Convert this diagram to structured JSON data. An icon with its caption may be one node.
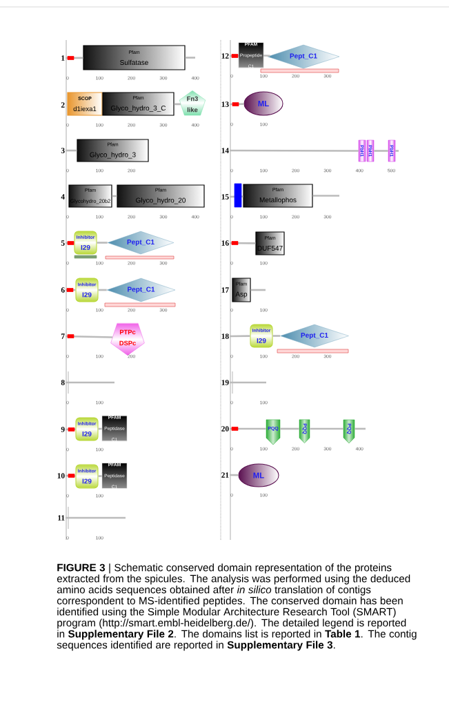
{
  "diagram": {
    "caption": "**FIGURE 3** | Schematic conserved domain representation of the proteins extracted from the spicules. The analysis was performed using the deduced amino acids sequences obtained after *in silico* translation of contigs correspondent to MS-identified peptides. The conserved domain has been identified using the Simple Modular Architecture Research Tool (SMART) program (http://smart.embl-heidelberg.de/). The detailed legend is reported in **Supplementary File 2**. The domains list is reported in **Table 1**. The contig sequences identified are reported in **Supplementary File 3**.",
    "nodes": [
      {
        "text": [
          "1"
        ]
      },
      {
        "text": [
          "Pfam",
          "Sulfatase"
        ]
      },
      {
        "text": [
          "2"
        ]
      },
      {
        "text": [
          "SCOP",
          "d1iexa1"
        ]
      },
      {
        "text": [
          "Pfam",
          "Glyco_hydro_3_C"
        ]
      },
      {
        "text": [
          "Fn3 like"
        ]
      },
      {
        "text": [
          "3"
        ]
      },
      {
        "text": [
          "Pfam",
          "Glyco_hydro_3"
        ]
      },
      {
        "text": [
          "4"
        ]
      },
      {
        "text": [
          "Pfam",
          "Glycohydro_20b2"
        ]
      },
      {
        "text": [
          "Pfam",
          "Glyco_hydro_20"
        ]
      },
      {
        "text": [
          "5"
        ]
      },
      {
        "text": [
          "Inhibitor",
          "I29"
        ]
      },
      {
        "text": [
          "Pept_C1"
        ]
      },
      {
        "text": [
          "6"
        ]
      },
      {
        "text": [
          "Inhibitor",
          "I29"
        ]
      },
      {
        "text": [
          "Pept_C1"
        ]
      },
      {
        "text": [
          "7"
        ]
      },
      {
        "text": [
          "PTPc DSPc"
        ]
      },
      {
        "text": [
          "8"
        ]
      },
      {
        "text": [
          "9"
        ]
      },
      {
        "text": [
          "Inhibitor",
          "I29"
        ]
      },
      {
        "text": [
          "PFAM",
          "Peptidase C1"
        ]
      },
      {
        "text": [
          "10"
        ]
      },
      {
        "text": [
          "Inhibitor",
          "I29"
        ]
      },
      {
        "text": [
          "PFAM",
          "Peptidase C1"
        ]
      },
      {
        "text": [
          "11"
        ]
      },
      {
        "text": [
          "12"
        ]
      },
      {
        "text": [
          "PFAM",
          "Propeptide C1"
        ]
      },
      {
        "text": [
          "Pept_C1"
        ]
      },
      {
        "text": [
          "13"
        ]
      },
      {
        "text": [
          "ML"
        ]
      },
      {
        "text": [
          "14"
        ]
      },
      {
        "text": [
          "PbH1"
        ]
      },
      {
        "text": [
          "PbH1"
        ]
      },
      {
        "text": [
          "PbH1"
        ]
      },
      {
        "text": [
          "15"
        ]
      },
      {
        "text": [
          "Pfam",
          "Metallophos"
        ]
      },
      {
        "text": [
          "16"
        ]
      },
      {
        "text": [
          "Pfam",
          "DUF547"
        ]
      },
      {
        "text": [
          "17"
        ]
      },
      {
        "text": [
          "Pfam",
          "Asp"
        ]
      },
      {
        "text": [
          "18"
        ]
      },
      {
        "text": [
          "Inhibitor",
          "I29"
        ]
      },
      {
        "text": [
          "Pept_C1"
        ]
      },
      {
        "text": [
          "19"
        ]
      },
      {
        "text": [
          "20"
        ]
      },
      {
        "text": [
          "PQQ"
        ]
      },
      {
        "text": [
          "PQQ"
        ]
      },
      {
        "text": [
          "PQQ"
        ]
      },
      {
        "text": [
          "21"
        ]
      },
      {
        "text": [
          "ML"
        ]
      }
    ],
    "edges": [
      {
        "from": 0,
        "to": 1,
        "arrow": "none"
      },
      {
        "from": 1,
        "to": null,
        "arrow": "none"
      },
      {
        "from": 4,
        "to": 5,
        "arrow": "none"
      },
      {
        "from": 6,
        "to": 7,
        "arrow": "none"
      },
      {
        "from": 9,
        "to": 10,
        "arrow": "none"
      },
      {
        "from": 11,
        "to": 12,
        "arrow": "none"
      },
      {
        "from": 12,
        "to": 13,
        "arrow": "none"
      },
      {
        "from": 14,
        "to": 15,
        "arrow": "none"
      },
      {
        "from": 15,
        "to": 16,
        "arrow": "none"
      },
      {
        "from": 17,
        "to": 18,
        "arrow": "none"
      },
      {
        "from": 19,
        "to": null,
        "arrow": "none"
      },
      {
        "from": 20,
        "to": 21,
        "arrow": "none"
      },
      {
        "from": 21,
        "to": 22,
        "arrow": "none"
      },
      {
        "from": 23,
        "to": 24,
        "arrow": "none"
      },
      {
        "from": 24,
        "to": 25,
        "arrow": "none"
      },
      {
        "from": 26,
        "to": null,
        "arrow": "none"
      },
      {
        "from": 27,
        "to": 28,
        "arrow": "none"
      },
      {
        "from": 28,
        "to": 29,
        "arrow": "none"
      },
      {
        "from": 30,
        "to": 31,
        "arrow": "none"
      },
      {
        "from": 32,
        "to": 33,
        "arrow": "none"
      },
      {
        "from": 34,
        "to": 35,
        "arrow": "none"
      },
      {
        "from": 35,
        "to": null,
        "arrow": "none"
      },
      {
        "from": 36,
        "to": 37,
        "arrow": "none"
      },
      {
        "from": 37,
        "to": null,
        "arrow": "none"
      },
      {
        "from": 38,
        "to": 39,
        "arrow": "none"
      },
      {
        "from": 41,
        "to": null,
        "arrow": "none"
      },
      {
        "from": 42,
        "to": 43,
        "arrow": "none"
      },
      {
        "from": 43,
        "to": 44,
        "arrow": "none"
      },
      {
        "from": 45,
        "to": null,
        "arrow": "none"
      },
      {
        "from": 46,
        "to": 47,
        "arrow": "none"
      },
      {
        "from": 47,
        "to": 48,
        "arrow": "none"
      },
      {
        "from": 48,
        "to": 49,
        "arrow": "none"
      },
      {
        "from": 49,
        "to": null,
        "arrow": "none"
      },
      {
        "from": 50,
        "to": 51,
        "arrow": "none"
      }
    ],
    "labels": [
      "0",
      "100",
      "200",
      "300",
      "400",
      "0",
      "100",
      "200",
      "300",
      "400",
      "0",
      "100",
      "200",
      "0",
      "100",
      "200",
      "300",
      "400",
      "0",
      "100",
      "200",
      "300",
      "0",
      "100",
      "200",
      "300",
      "0",
      "100",
      "200",
      "0",
      "100",
      "0",
      "100",
      "0",
      "100",
      "0",
      "100",
      "0",
      "100",
      "200",
      "300",
      "0",
      "100",
      "0",
      "100",
      "200",
      "300",
      "400",
      "500",
      "0",
      "100",
      "200",
      "300",
      "0",
      "100",
      "0",
      "100",
      "0",
      "100",
      "200",
      "300",
      "0",
      "100",
      "0",
      "100",
      "200",
      "300",
      "400",
      "0",
      "100"
    ]
  }
}
